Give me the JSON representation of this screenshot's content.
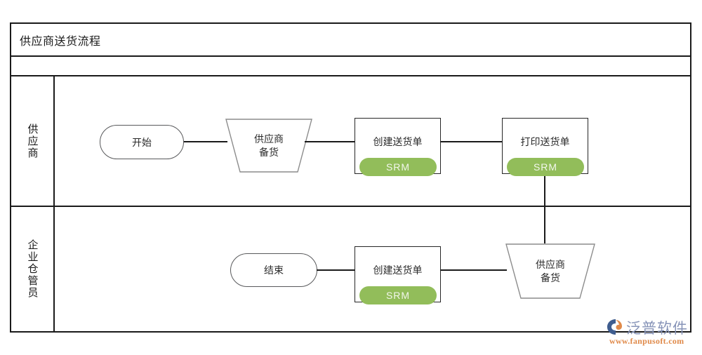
{
  "diagram": {
    "title": "供应商送货流程",
    "lanes": [
      {
        "id": "supplier",
        "label": "供应商"
      },
      {
        "id": "warehouse",
        "label": "企业仓管员"
      }
    ],
    "nodes": [
      {
        "id": "start",
        "lane": "supplier",
        "type": "terminator",
        "label": "开始"
      },
      {
        "id": "prep-top",
        "lane": "supplier",
        "type": "trapezoid",
        "label_line1": "供应商",
        "label_line2": "备货"
      },
      {
        "id": "create-top",
        "lane": "supplier",
        "type": "process",
        "label": "创建送货单",
        "badge": "SRM"
      },
      {
        "id": "print",
        "lane": "supplier",
        "type": "process",
        "label": "打印送货单",
        "badge": "SRM"
      },
      {
        "id": "end",
        "lane": "warehouse",
        "type": "terminator",
        "label": "结束"
      },
      {
        "id": "create-bottom",
        "lane": "warehouse",
        "type": "process",
        "label": "创建送货单",
        "badge": "SRM"
      },
      {
        "id": "prep-bottom",
        "lane": "warehouse",
        "type": "trapezoid",
        "label_line1": "供应商",
        "label_line2": "备货"
      }
    ],
    "colors": {
      "badge_green": "#92bd5a",
      "badge_text": "#f2f6ec",
      "frame_line": "#1a1a1a",
      "shape_outline": "#58595b",
      "process_outline": "#262626"
    }
  },
  "watermark": {
    "brand": "泛普软件",
    "url": "www.fanpusoft.com",
    "brand_color": "#8794b8",
    "url_color": "#e08a4a"
  }
}
